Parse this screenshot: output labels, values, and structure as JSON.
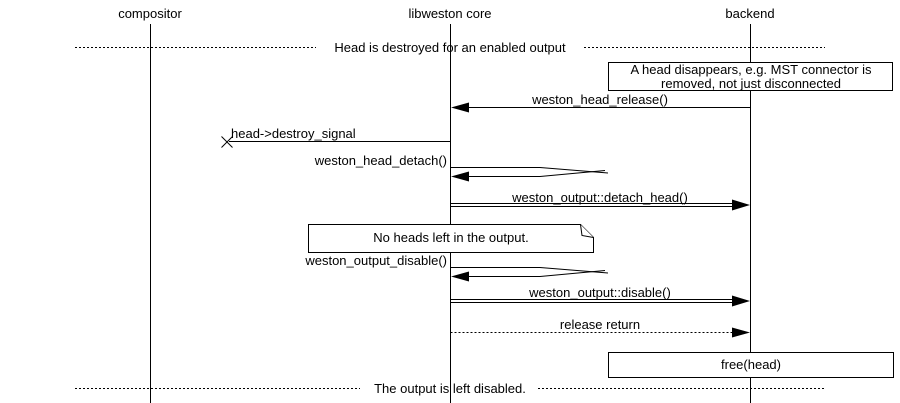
{
  "diagram": {
    "background_color": "#ffffff",
    "line_color": "#000000",
    "actors": [
      {
        "name": "compositor"
      },
      {
        "name": "libweston core"
      },
      {
        "name": "backend"
      }
    ],
    "dividers": [
      {
        "label": "Head is destroyed for an enabled output"
      },
      {
        "label": "The output is left disabled."
      }
    ],
    "notes": [
      {
        "lines": [
          "A head disappears, e.g. MST connector is",
          "removed, not just disconnected"
        ],
        "attached_to": "backend"
      },
      {
        "lines": [
          "No heads left in the output."
        ],
        "attached_to": "libweston core"
      }
    ],
    "action_box": {
      "label": "free(head)",
      "attached_to": "backend"
    },
    "messages": [
      {
        "label": "weston_head_release()",
        "from": "backend",
        "to": "libweston core",
        "style": "solid-arrow"
      },
      {
        "label": "head->destroy_signal",
        "from": "libweston core",
        "to": "lost",
        "style": "lost-message-x"
      },
      {
        "label": "weston_head_detach()",
        "from": "libweston core",
        "to": "libweston core",
        "style": "self-call"
      },
      {
        "label": "weston_output::detach_head()",
        "from": "libweston core",
        "to": "backend",
        "style": "double-line-arrow"
      },
      {
        "label": "weston_output_disable()",
        "from": "libweston core",
        "to": "libweston core",
        "style": "self-call"
      },
      {
        "label": "weston_output::disable()",
        "from": "libweston core",
        "to": "backend",
        "style": "double-line-arrow"
      },
      {
        "label": "release return",
        "from": "libweston core",
        "to": "backend",
        "style": "dotted-arrow"
      }
    ]
  }
}
